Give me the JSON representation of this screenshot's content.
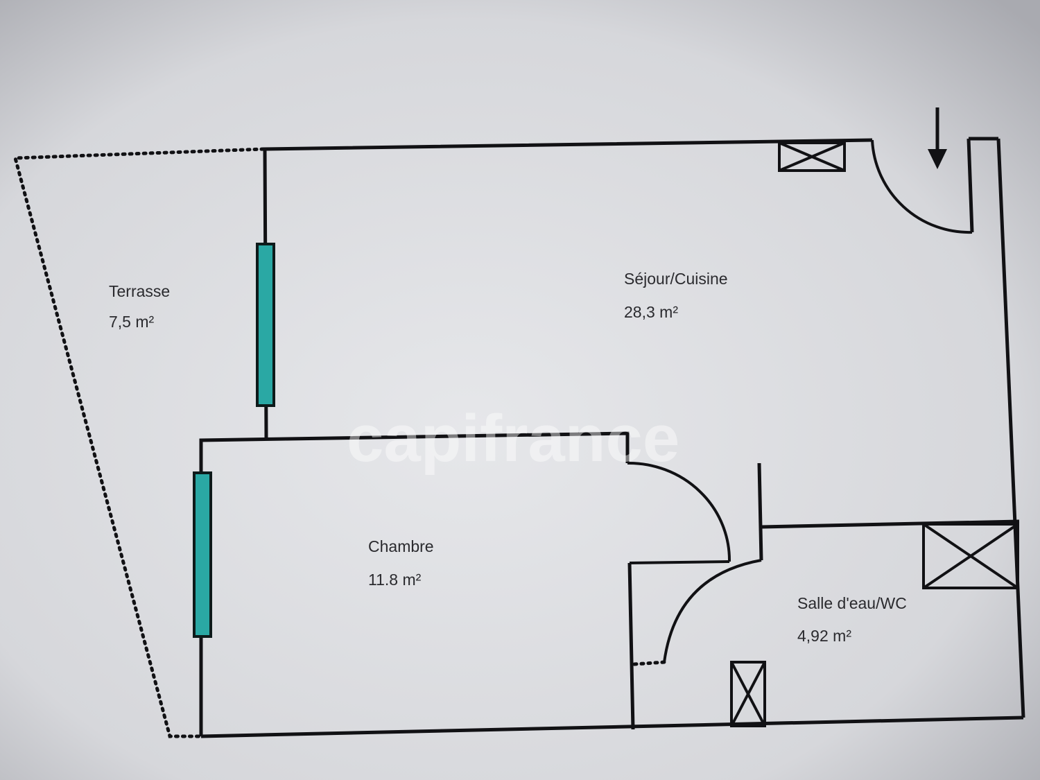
{
  "rooms": {
    "terrasse": {
      "name": "Terrasse",
      "area": "7,5  m²"
    },
    "sejour": {
      "name": "Séjour/Cuisine",
      "area": "28,3  m²"
    },
    "chambre": {
      "name": "Chambre",
      "area": "11.8  m²"
    },
    "salle": {
      "name": "Salle d'eau/WC",
      "area": "4,92  m²"
    }
  },
  "watermark": "capifrance",
  "colors": {
    "window": "#2aa8a4",
    "wall": "#111114",
    "paper": "#d9dade"
  },
  "icons": {
    "entrance": "arrow-down-icon",
    "vent": "cross-box-icon"
  }
}
